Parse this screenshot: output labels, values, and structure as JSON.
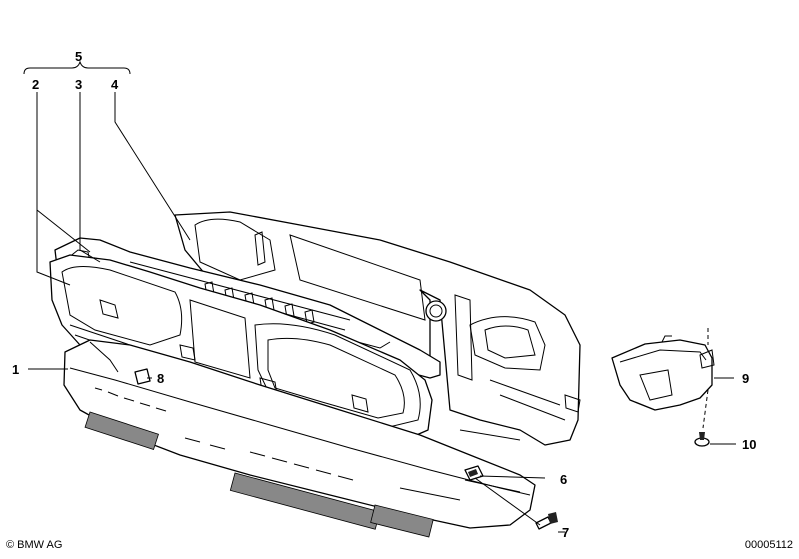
{
  "callouts": {
    "c1": "1",
    "c2": "2",
    "c3": "3",
    "c4": "4",
    "c5": "5",
    "c6": "6",
    "c7": "7",
    "c8": "8",
    "c9": "9",
    "c10": "10"
  },
  "footer": {
    "copyright": "© BMW AG",
    "reference": "00005112"
  }
}
